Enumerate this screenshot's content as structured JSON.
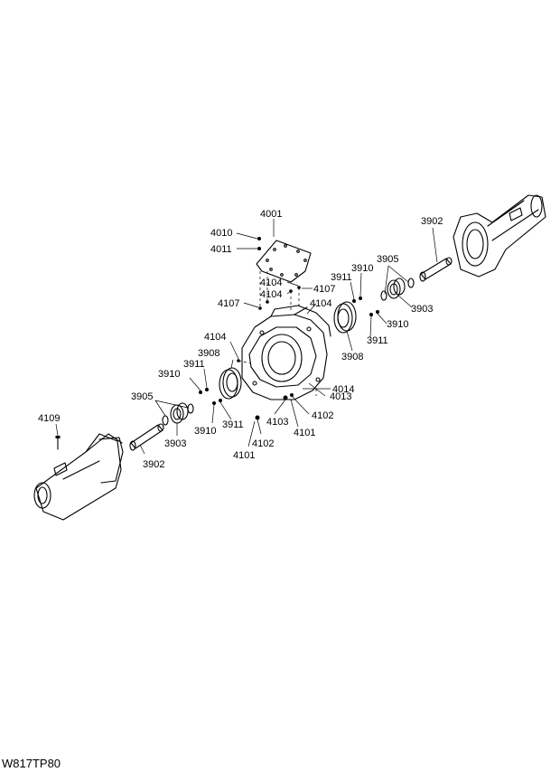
{
  "drawing_code": "W817TP80",
  "part_labels": {
    "l4001": "4001",
    "l4010": "4010",
    "l4011": "4011",
    "l4107a": "4107",
    "l4104a": "4104",
    "l4104b": "4104",
    "l4107b": "4107",
    "l4104c": "4104",
    "l4104d": "4104",
    "l3911a": "3911",
    "l3910a": "3910",
    "l3905a": "3905",
    "l3902a": "3902",
    "l3903a": "3903",
    "l3910b": "3910",
    "l3911b": "3911",
    "l3908a": "3908",
    "l3908b": "3908",
    "l3911c": "3911",
    "l3910c": "3910",
    "l4013": "4013",
    "l4014": "4014",
    "l3905b": "3905",
    "l3910d": "3910",
    "l3911d": "3911",
    "l4103": "4103",
    "l4102a": "4102",
    "l4101a": "4101",
    "l4102b": "4102",
    "l4101b": "4101",
    "l4109": "4109",
    "l3903b": "3903",
    "l3902b": "3902"
  }
}
